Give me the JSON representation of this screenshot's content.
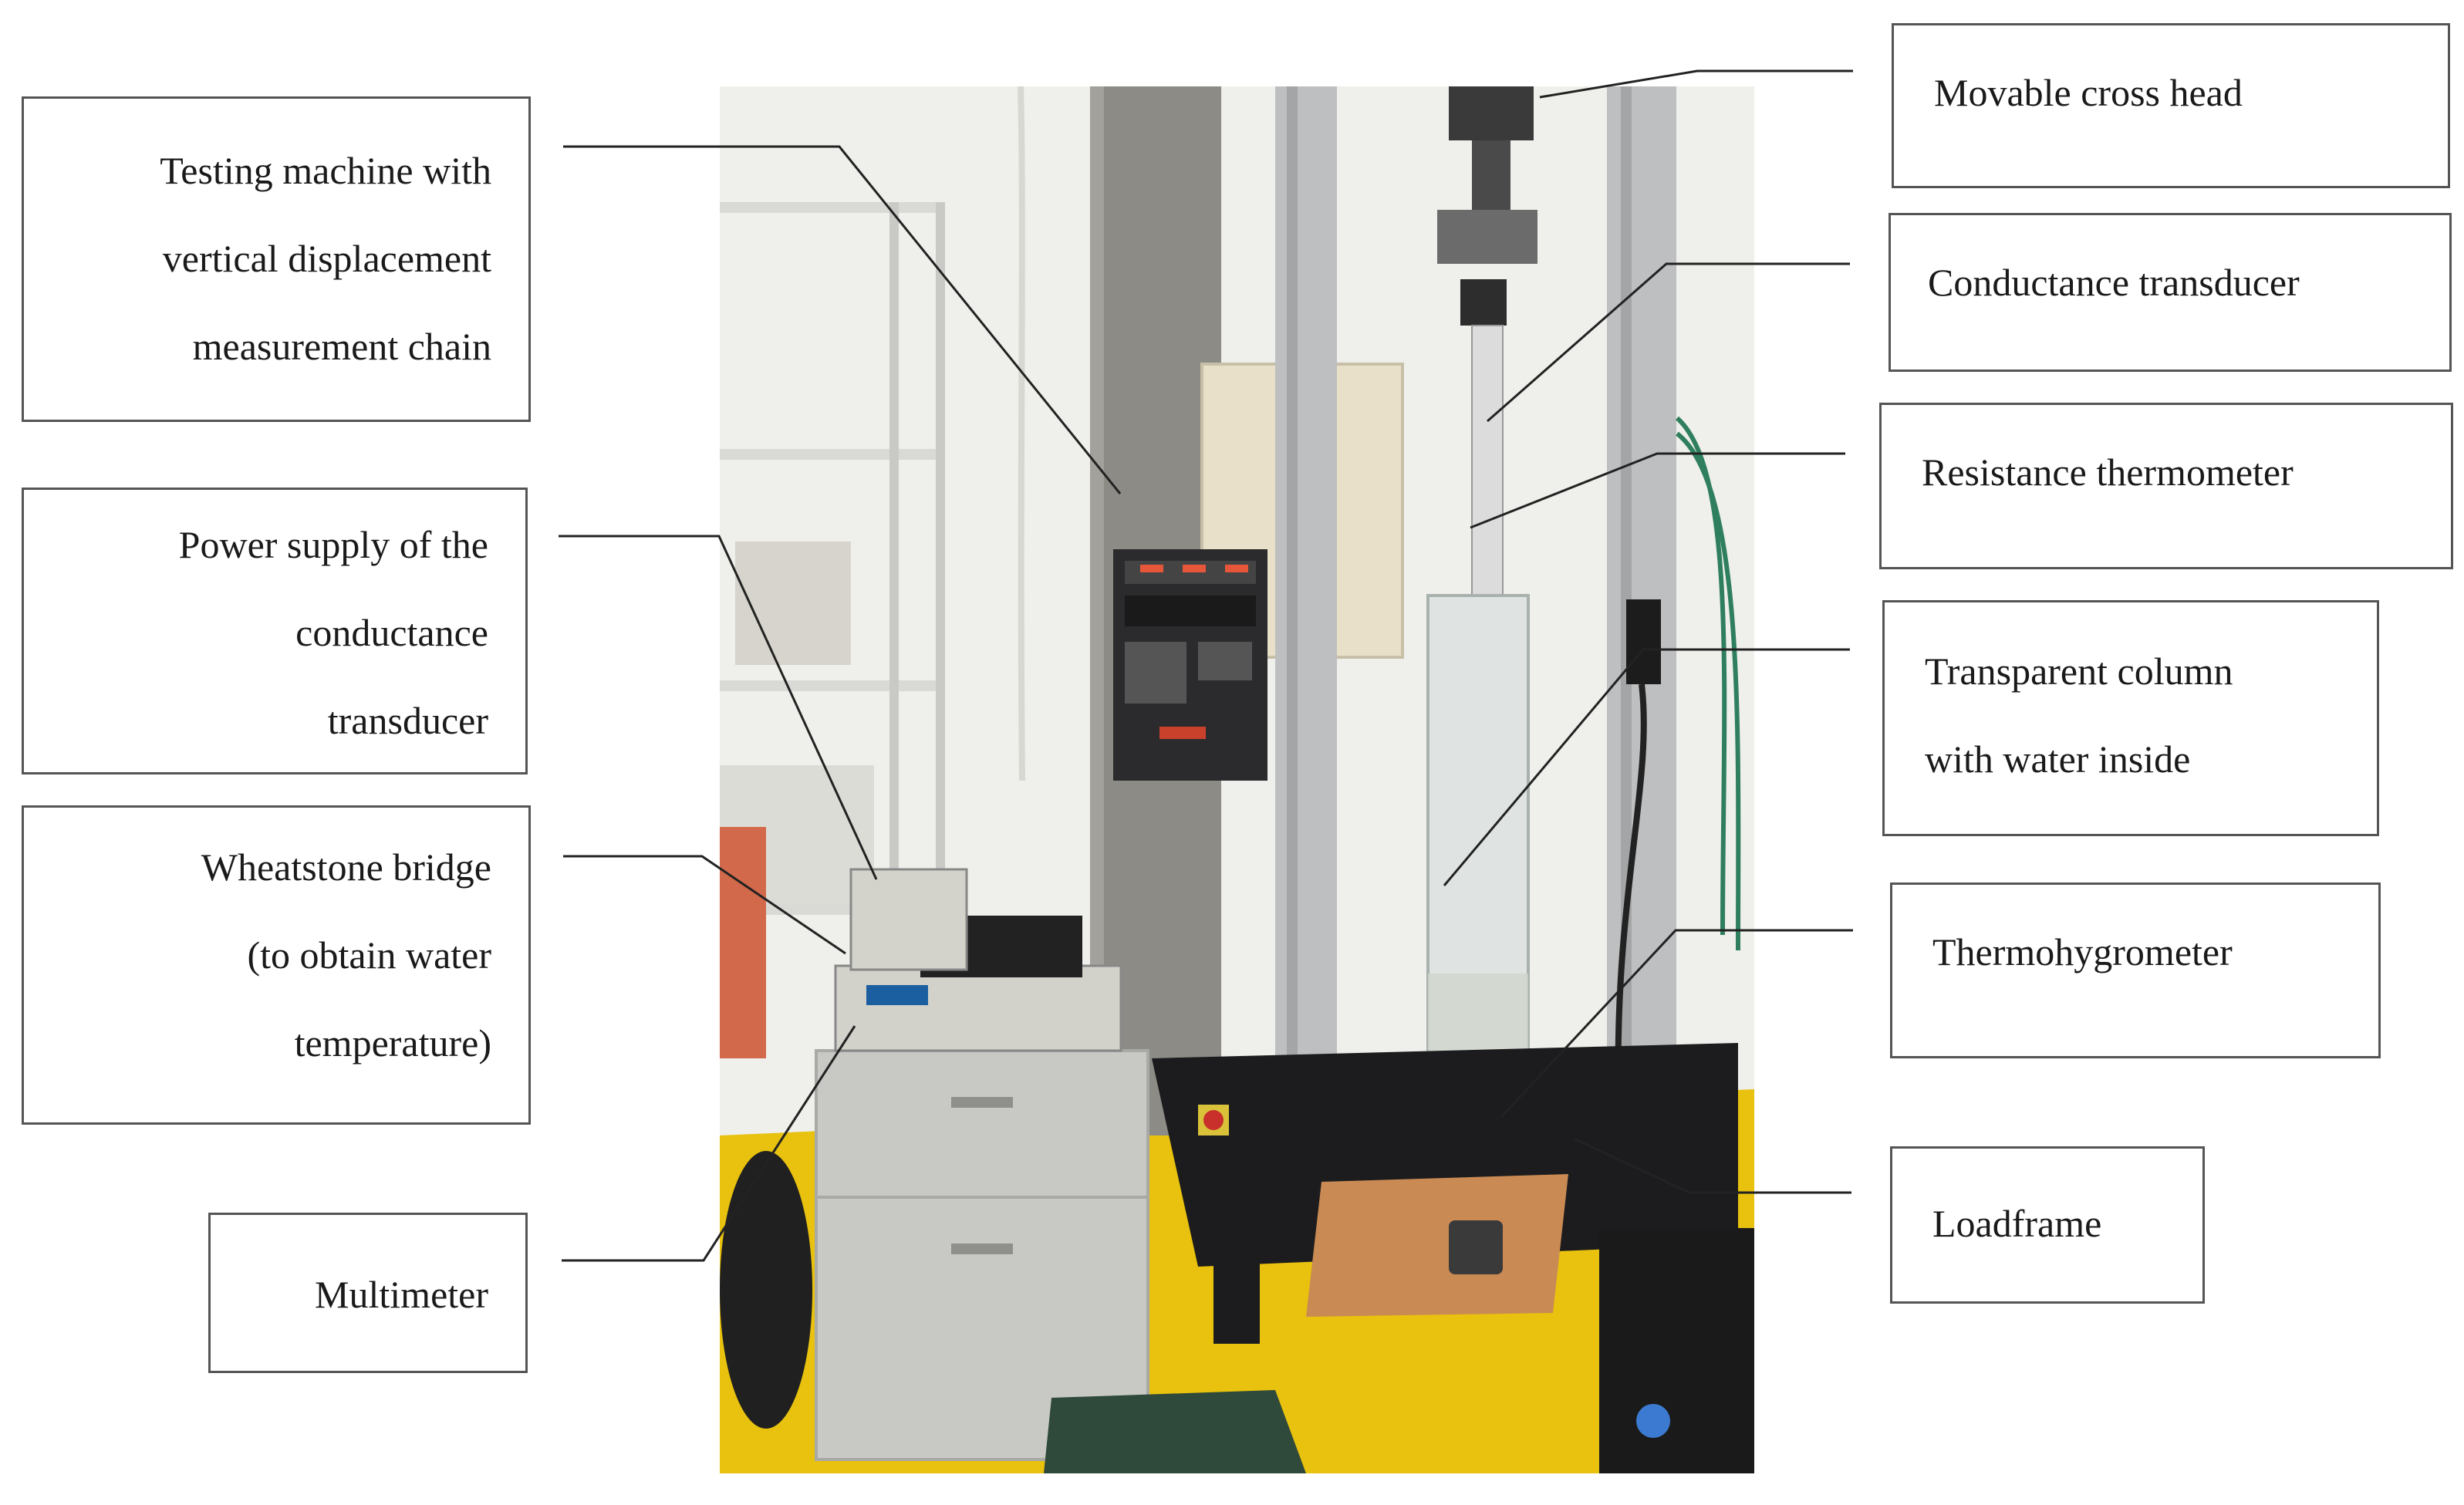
{
  "labels": {
    "left": [
      [
        "Testing machine with",
        "vertical displacement",
        "measurement chain"
      ],
      [
        "Power supply of the",
        "conductance",
        "transducer"
      ],
      [
        "Wheatstone bridge",
        "(to obtain water",
        "temperature)"
      ],
      [
        "Multimeter"
      ]
    ],
    "right": [
      [
        "Movable cross head"
      ],
      [
        "Conductance transducer"
      ],
      [
        "Resistance thermometer"
      ],
      [
        "Transparent column",
        "with water inside"
      ],
      [
        "Thermohygrometer"
      ],
      [
        "Loadframe"
      ]
    ]
  },
  "colors": {
    "box_border": "#555555",
    "leader_line": "#222222",
    "wall": "#efefeb",
    "floor_yellow": "#e8c20e",
    "machine_base": "#1c1c1e",
    "column_aluminium": "#bdbfc1",
    "concrete_pillar": "#8d8b86"
  }
}
